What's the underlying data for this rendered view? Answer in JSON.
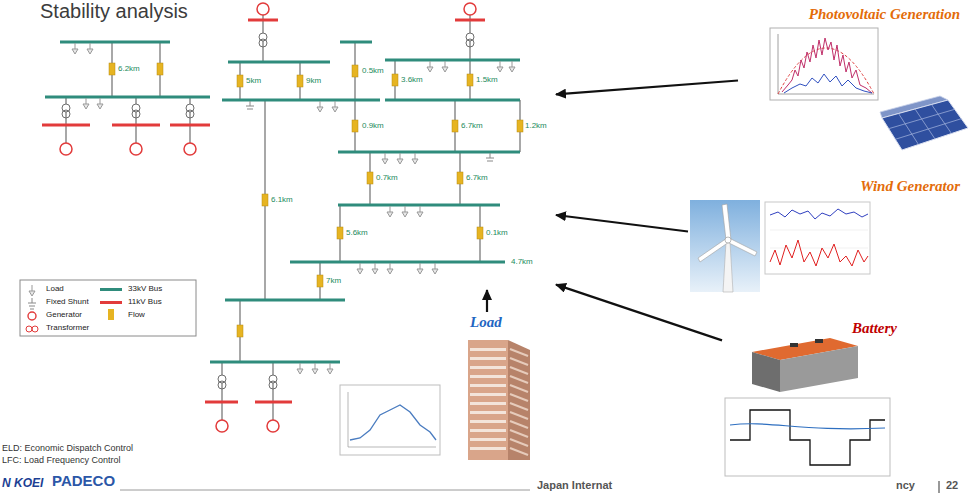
{
  "diagram": {
    "title": "Stability analysis",
    "nodes": [
      {
        "text": [
          "6.2km",
          "5km",
          "9km",
          "0.5km",
          "3.6km",
          "1.5km",
          "1.2km",
          "6.1km",
          "0.9km",
          "6.7km",
          "0.7km",
          "6.7km",
          "5.6km",
          "0.1km",
          "4.7km",
          "7km"
        ]
      },
      {
        "text": [
          "Photovoltaic Generation"
        ]
      },
      {
        "text": [
          "Wind Generator"
        ]
      },
      {
        "text": [
          "Load"
        ]
      },
      {
        "text": [
          "Battery"
        ]
      }
    ],
    "edges": [
      {
        "from": 1,
        "to": 0,
        "arrow": "to"
      },
      {
        "from": 2,
        "to": 0,
        "arrow": "to"
      },
      {
        "from": 3,
        "to": 0,
        "arrow": "to"
      },
      {
        "from": 4,
        "to": 0,
        "arrow": "to"
      }
    ],
    "labels": [
      "ELD: Economic Dispatch Control",
      "LFC: Load Frequency Control",
      "N KOEI",
      "PADECO",
      "Japan Internat",
      "ncy",
      "22"
    ],
    "legend": [
      {
        "text": "Load"
      },
      {
        "text": "Fixed Shunt"
      },
      {
        "text": "Generator"
      },
      {
        "text": "Transformer"
      },
      {
        "text": "33kV Bus",
        "color": "#2f8c7c"
      },
      {
        "text": "11kV Bus",
        "color": "#e23b3b"
      },
      {
        "text": "Flow",
        "color": "#e6b422"
      }
    ]
  }
}
